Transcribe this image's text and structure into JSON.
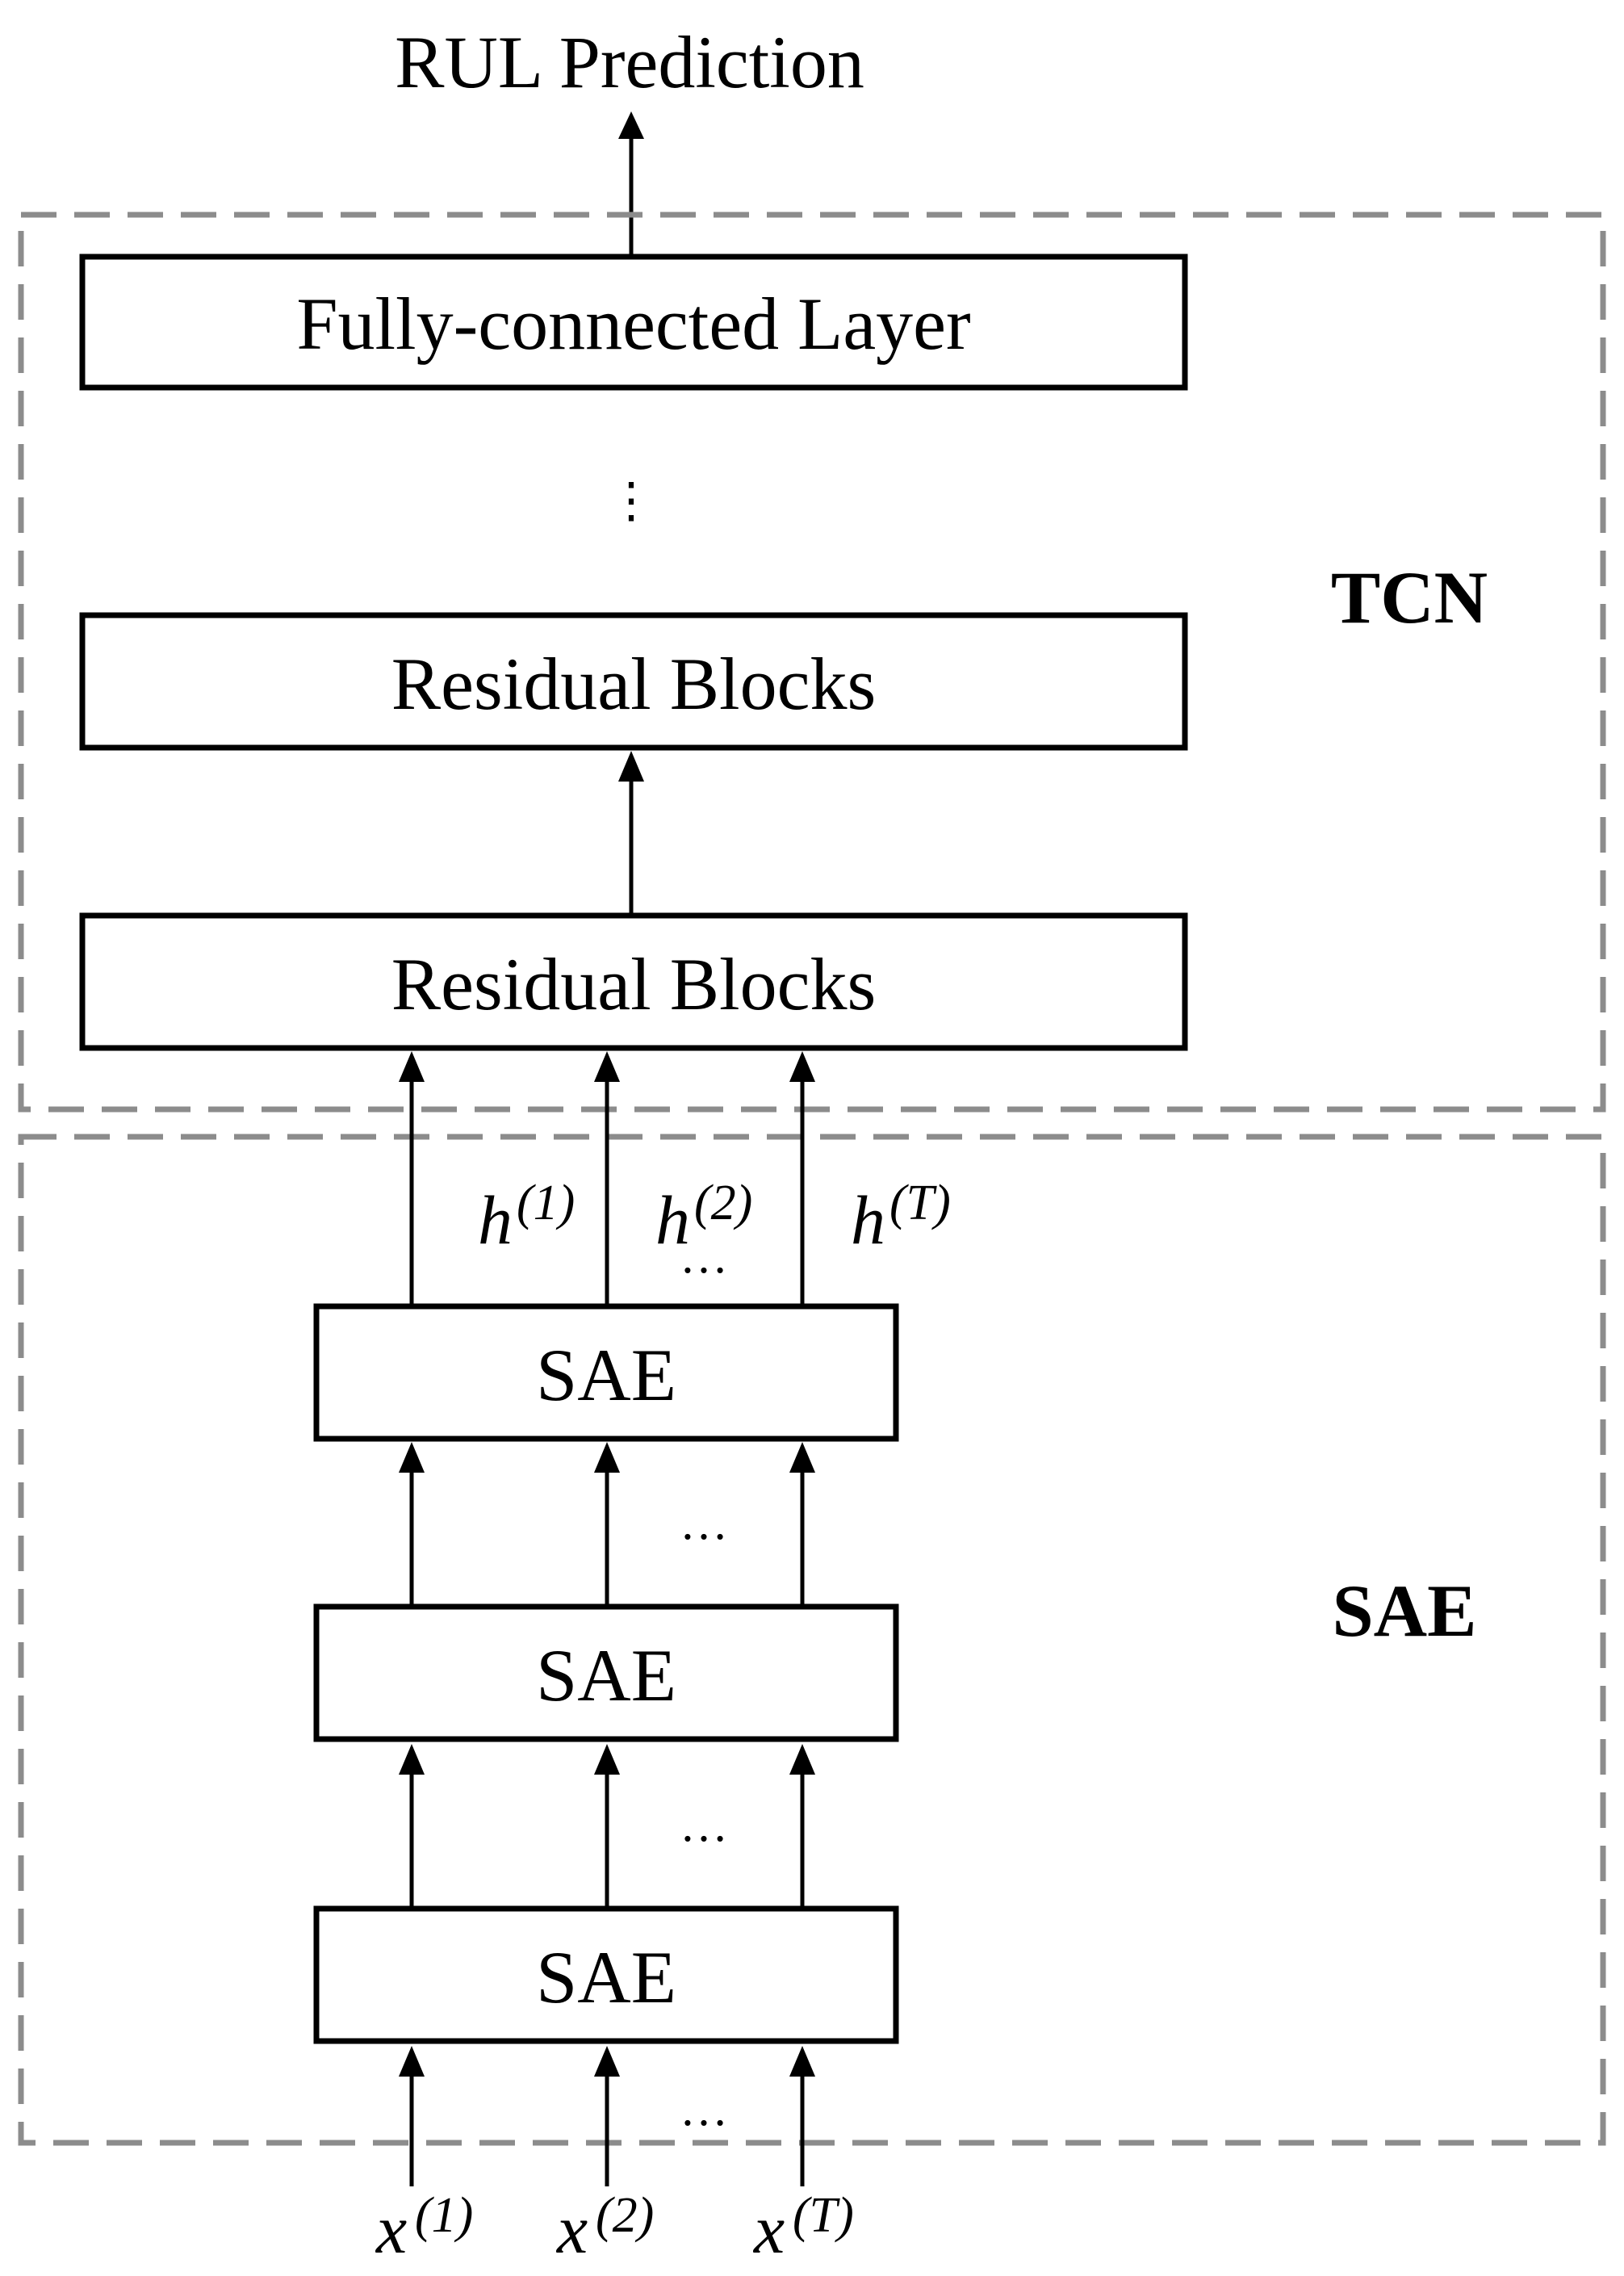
{
  "title": "RUL Prediction",
  "regions": {
    "tcn_label": "TCN",
    "sae_label": "SAE"
  },
  "boxes": {
    "fully_connected": "Fully-connected Layer",
    "residual_upper": "Residual Blocks",
    "residual_lower": "Residual Blocks",
    "sae_top": "SAE",
    "sae_middle": "SAE",
    "sae_bottom": "SAE"
  },
  "hidden": [
    {
      "base": "h",
      "sup": "(1)"
    },
    {
      "base": "h",
      "sup": "(2)"
    },
    {
      "base": "h",
      "sup": "(T)"
    }
  ],
  "inputs": [
    {
      "base": "x",
      "sup": "(1)"
    },
    {
      "base": "x",
      "sup": "(2)"
    },
    {
      "base": "x",
      "sup": "(T)"
    }
  ],
  "ellipsis": "…",
  "vertical_ellipsis": "⋮"
}
